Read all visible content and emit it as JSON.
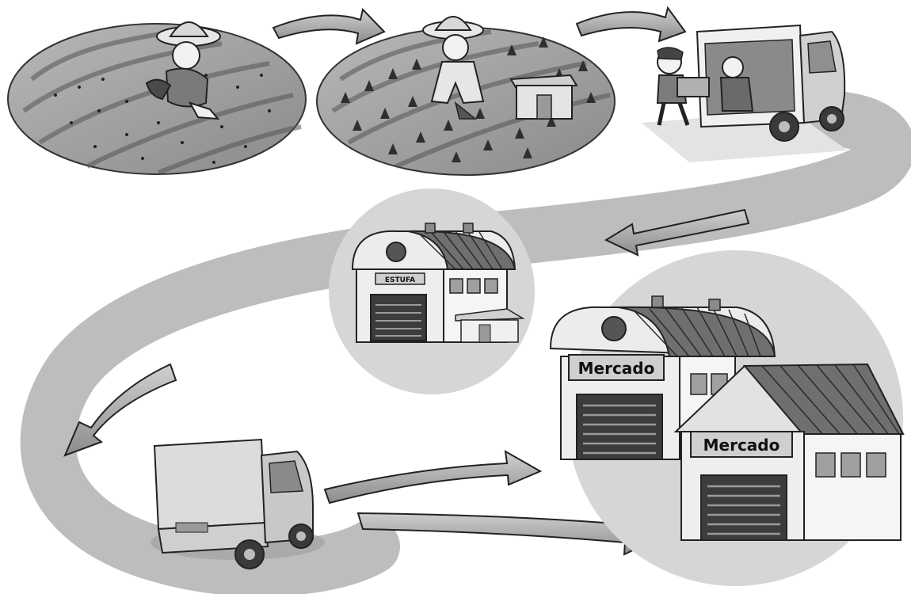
{
  "stages": {
    "sowing": {
      "kind": "field-with-seeds"
    },
    "growing": {
      "kind": "field-with-seedlings"
    },
    "loading": {
      "kind": "truck-loading"
    },
    "curing": {
      "sign": "ESTUFA"
    },
    "transport": {
      "kind": "truck"
    },
    "markets": [
      {
        "sign": "Mercado"
      },
      {
        "sign": "Mercado"
      }
    ]
  },
  "colors": {
    "road": "#bdbdbd",
    "field": "#9e9e9e",
    "arrow": "#a8a8a8",
    "building_wall": "#ededed",
    "roof": "#6f6f6f",
    "circle_bg": "#d6d6d6",
    "sign_bg": "#cfcfcf"
  }
}
